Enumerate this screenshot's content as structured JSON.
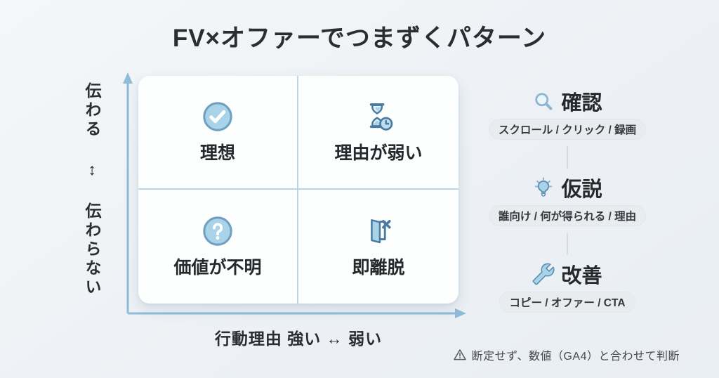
{
  "title": "FV×オファーでつまずくパターン",
  "matrix": {
    "y_axis_label": "伝わる ↕ 伝わらない",
    "x_axis_label": "行動理由 強い ↔ 弱い",
    "quadrants": [
      {
        "label": "理想",
        "icon": "check-circle-icon",
        "position": "top-left"
      },
      {
        "label": "理由が弱い",
        "icon": "hourglass-clock-icon",
        "position": "top-right"
      },
      {
        "label": "価値が不明",
        "icon": "question-circle-icon",
        "position": "bottom-left"
      },
      {
        "label": "即離脱",
        "icon": "door-exit-icon",
        "position": "bottom-right"
      }
    ]
  },
  "steps": [
    {
      "label": "確認",
      "icon": "magnifier-icon",
      "detail": "スクロール / クリック / 録画"
    },
    {
      "label": "仮説",
      "icon": "lightbulb-icon",
      "detail": "誰向け / 何が得られる / 理由"
    },
    {
      "label": "改善",
      "icon": "wrench-icon",
      "detail": "コピー / オファー / CTA"
    }
  ],
  "footnote": {
    "icon": "warning-icon",
    "text": "断定せず、数値（GA4）と合わせて判断"
  },
  "colors": {
    "background": "#edf1f5",
    "card": "#fdfefe",
    "axis_blue": "#8fbcd8",
    "divider_blue": "#b9d6e6",
    "icon_fill": "#a9d3e9",
    "icon_stroke": "#4a7aa0",
    "pill_bg": "#e9ecef",
    "text_dark": "#2b2d30"
  }
}
